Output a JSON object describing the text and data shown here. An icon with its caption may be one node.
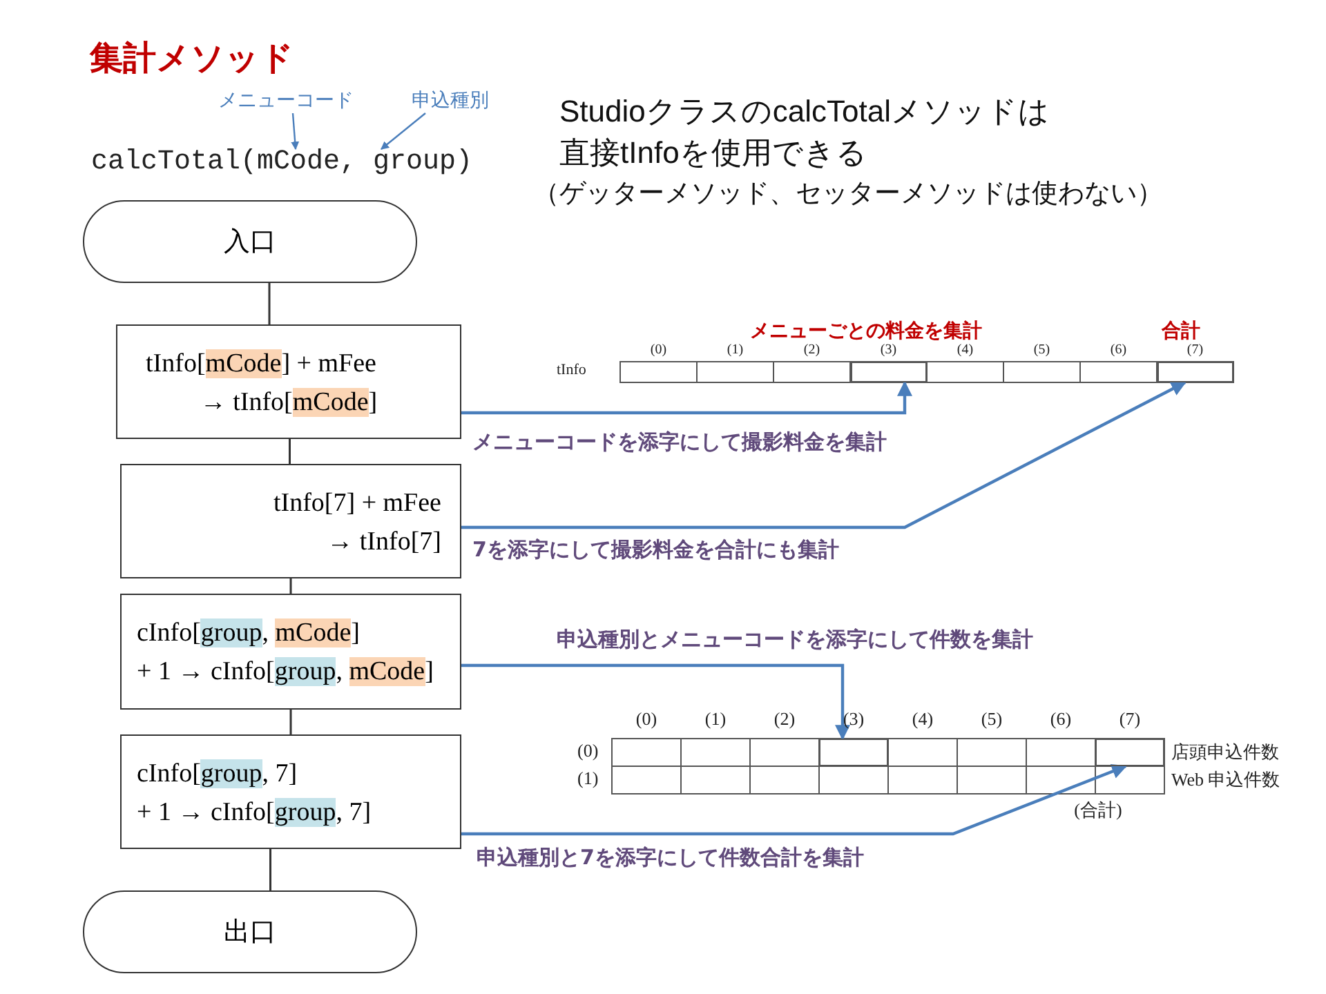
{
  "diagram": {
    "title": "集計メソッド",
    "nodes": [
      {
        "text": [
          "メニューコード"
        ]
      },
      {
        "text": [
          "申込種別"
        ]
      },
      {
        "text": [
          "calcTotal(mCode, group)"
        ]
      },
      {
        "text": [
          "入口"
        ]
      },
      {
        "text": [
          "tInfo[mCode] + mFee → tInfo[mCode]"
        ]
      },
      {
        "text": [
          "tInfo[7] + mFee → tInfo[7]"
        ]
      },
      {
        "text": [
          "cInfo[group, mCode] + 1 → cInfo[group, mCode]"
        ]
      },
      {
        "text": [
          "cInfo[group, 7] + 1 → cInfo[group, 7]"
        ]
      },
      {
        "text": [
          "出口"
        ]
      },
      {
        "text": [],
        "shape": "box"
      },
      {
        "text": [],
        "shape": "box"
      },
      {
        "text": [],
        "shape": "box"
      },
      {
        "text": [],
        "shape": "box"
      }
    ],
    "edges": [
      {
        "from": 0,
        "to": 2,
        "arrow": "to"
      },
      {
        "from": 1,
        "to": 2,
        "arrow": "to"
      },
      {
        "from": 3,
        "to": 4,
        "arrow": "none",
        "color": "#333333"
      },
      {
        "from": 4,
        "to": 5,
        "arrow": "none",
        "color": "#333333"
      },
      {
        "from": 5,
        "to": 6,
        "arrow": "none",
        "color": "#333333"
      },
      {
        "from": 6,
        "to": 7,
        "arrow": "none",
        "color": "#333333"
      },
      {
        "from": 7,
        "to": 8,
        "arrow": "none",
        "color": "#333333"
      },
      {
        "from": 4,
        "to": 9,
        "arrow": "to"
      },
      {
        "from": 5,
        "to": 10,
        "arrow": "to"
      },
      {
        "from": 6,
        "to": 11,
        "arrow": "to"
      },
      {
        "from": 7,
        "to": 12,
        "arrow": "to"
      }
    ],
    "labels": [
      "StudioクラスのcalcTotalメソッドは",
      "直接tInfoを使用できる",
      "（ゲッターメソッド、セッターメソッドは使わない）",
      "メニューごとの料金を集計",
      "合計",
      "(0)",
      "(1)",
      "(2)",
      "(3)",
      "(4)",
      "(5)",
      "(6)",
      "(7)",
      "tInfo",
      "メニューコードを添字にして撮影料金を集計",
      "7を添字にして撮影料金を合計にも集計",
      "申込種別とメニューコードを添字にして件数を集計",
      "(0)",
      "(1)",
      "(2)",
      "(3)",
      "(4)",
      "(5)",
      "(6)",
      "(7)",
      "(0)",
      "店頭申込件数",
      "(1)",
      "Web 申込件数",
      "(合計)",
      "申込種別と7を添字にして件数合計を集計"
    ]
  }
}
